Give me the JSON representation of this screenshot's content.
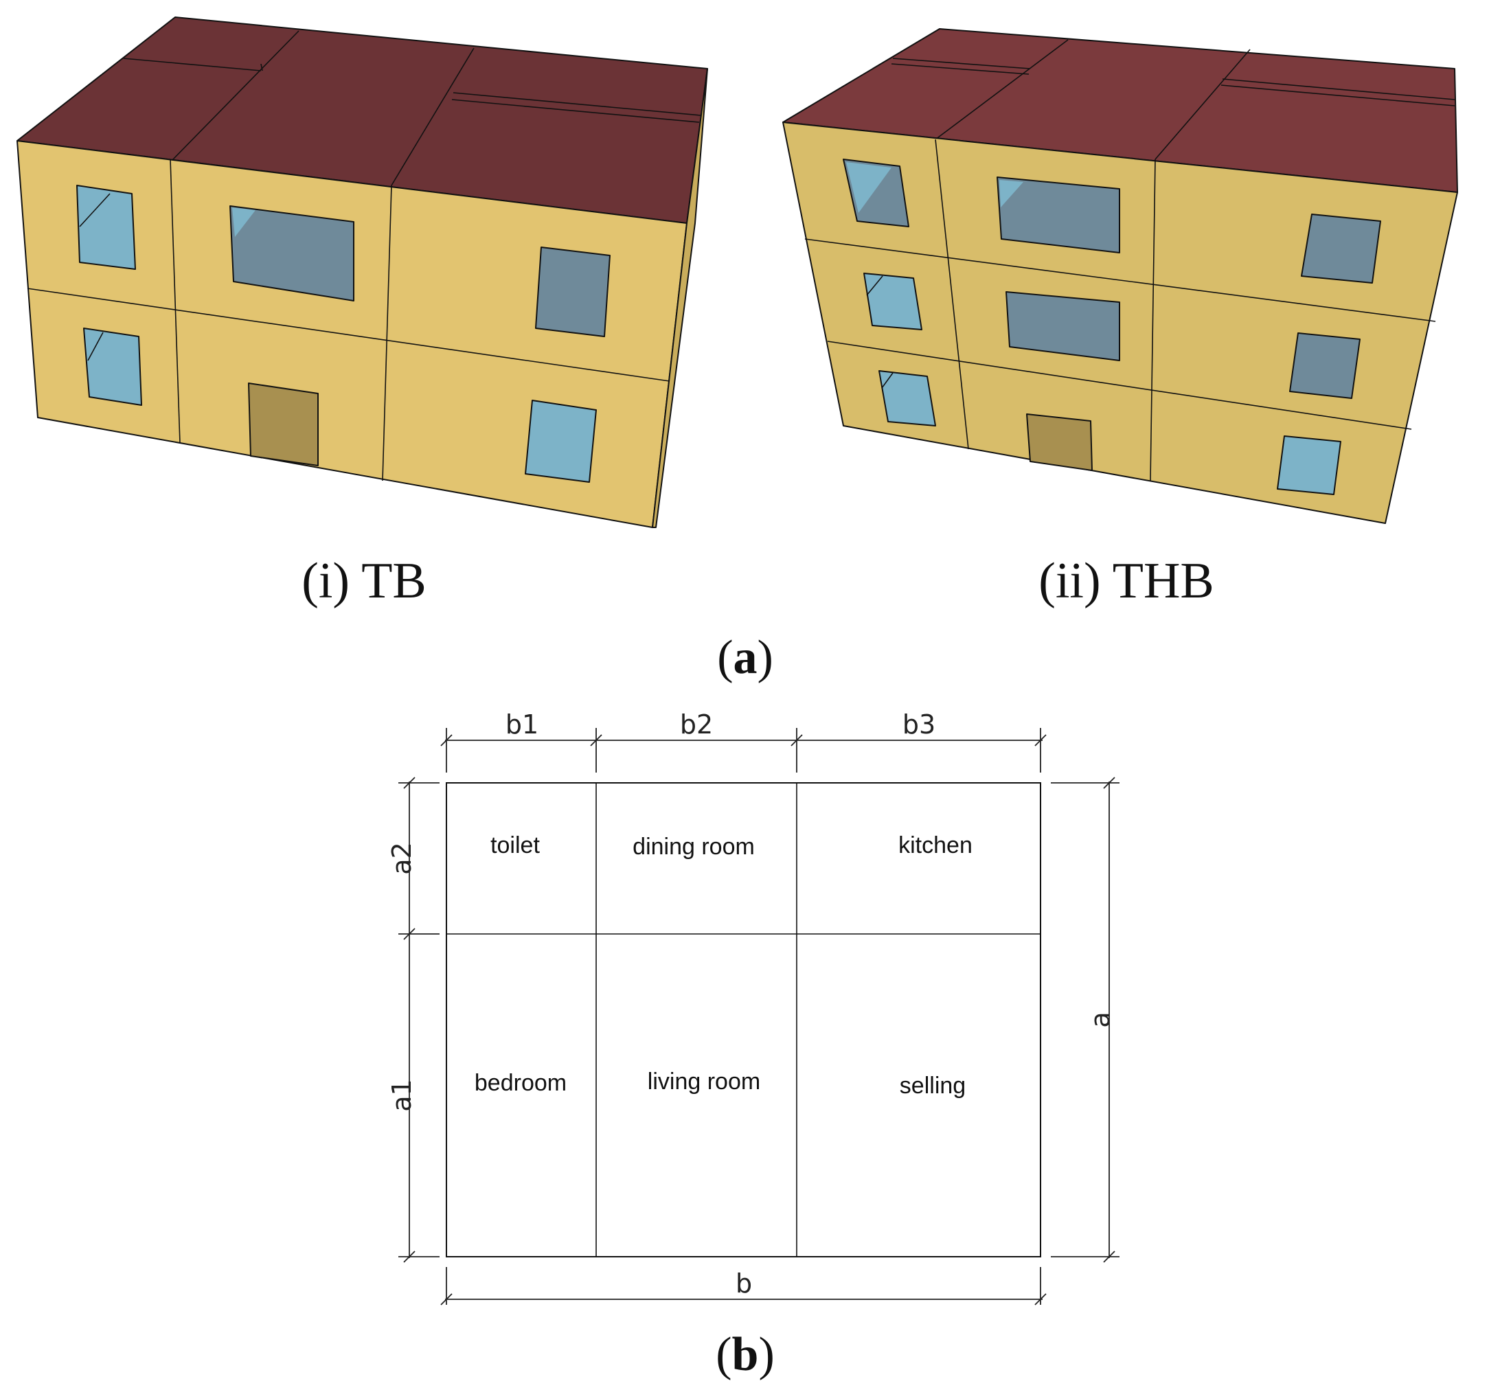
{
  "figure": {
    "panel_a": {
      "label": "a",
      "buildings": [
        {
          "id": "TB",
          "caption": "(i) TB",
          "storeys": 2
        },
        {
          "id": "THB",
          "caption": "(ii) THB",
          "storeys": 3
        }
      ]
    },
    "panel_b": {
      "label": "b",
      "dimensions": {
        "top": [
          "b1",
          "b2",
          "b3"
        ],
        "bottom": "b",
        "left": [
          "a2",
          "a1"
        ],
        "right": "a"
      },
      "rooms_top": [
        "toilet",
        "dining room",
        "kitchen"
      ],
      "rooms_bottom": [
        "bedroom",
        "living room",
        "selling"
      ]
    }
  },
  "colors": {
    "roof_tb": "#6b3336",
    "roof_thb": "#7b3a3d",
    "wall_tb": "#e2c470",
    "wall_thb": "#d8bd6a",
    "window": "#7db3c8",
    "window_dark": "#6f8a9a",
    "door": "#a89050"
  }
}
